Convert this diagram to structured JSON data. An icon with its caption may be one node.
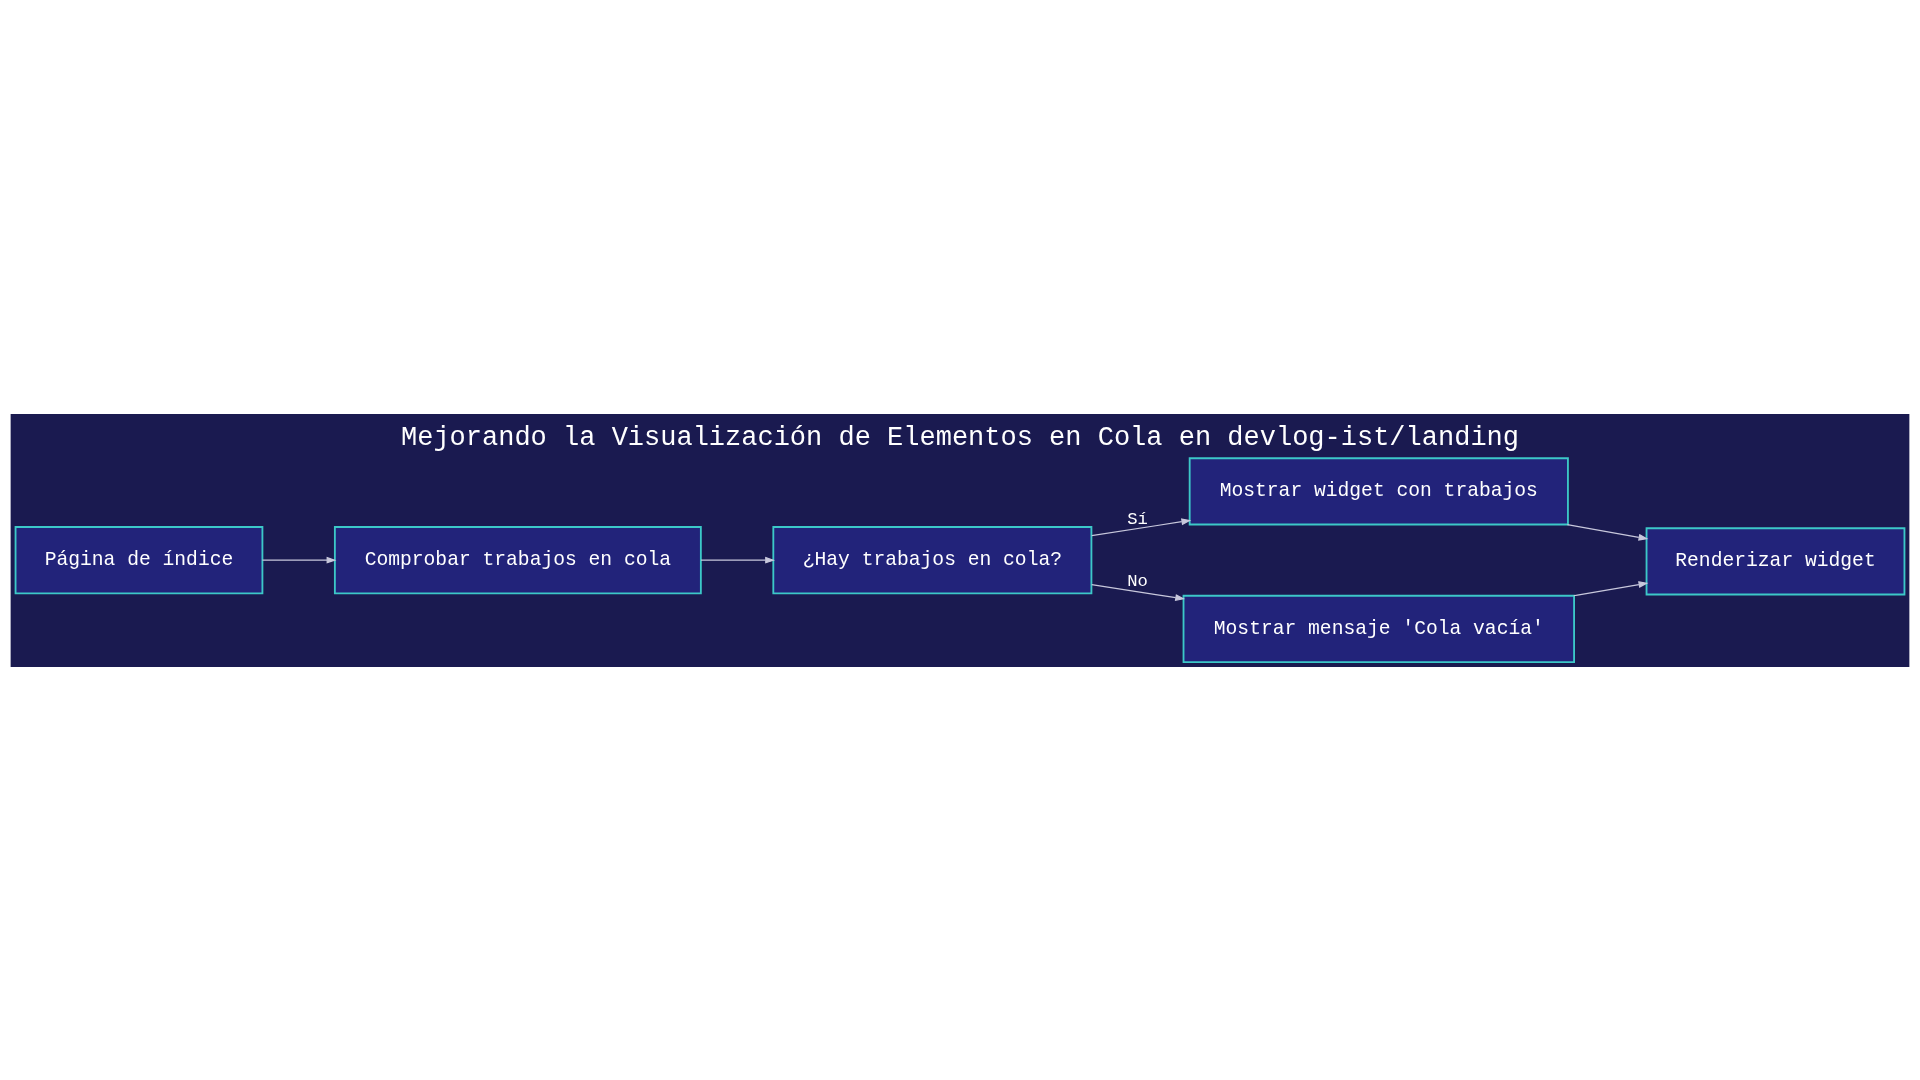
{
  "diagram": {
    "title": "Mejorando la Visualización de Elementos en Cola en devlog-ist/landing",
    "nodes": [
      {
        "text": [
          "Página de índice"
        ]
      },
      {
        "text": [
          "Comprobar trabajos en cola"
        ]
      },
      {
        "text": [
          "¿Hay trabajos en cola?"
        ]
      },
      {
        "text": [
          "Mostrar widget con trabajos"
        ]
      },
      {
        "text": [
          "Mostrar mensaje 'Cola vacía'"
        ]
      },
      {
        "text": [
          "Renderizar widget"
        ]
      }
    ],
    "edges": [
      {
        "from": 0,
        "to": 1,
        "arrow": "to"
      },
      {
        "from": 1,
        "to": 2,
        "arrow": "to"
      },
      {
        "from": 2,
        "to": 3,
        "arrow": "to",
        "label": "Sí"
      },
      {
        "from": 2,
        "to": 4,
        "arrow": "to",
        "label": "No"
      },
      {
        "from": 3,
        "to": 5,
        "arrow": "to"
      },
      {
        "from": 4,
        "to": 5,
        "arrow": "to"
      }
    ]
  }
}
